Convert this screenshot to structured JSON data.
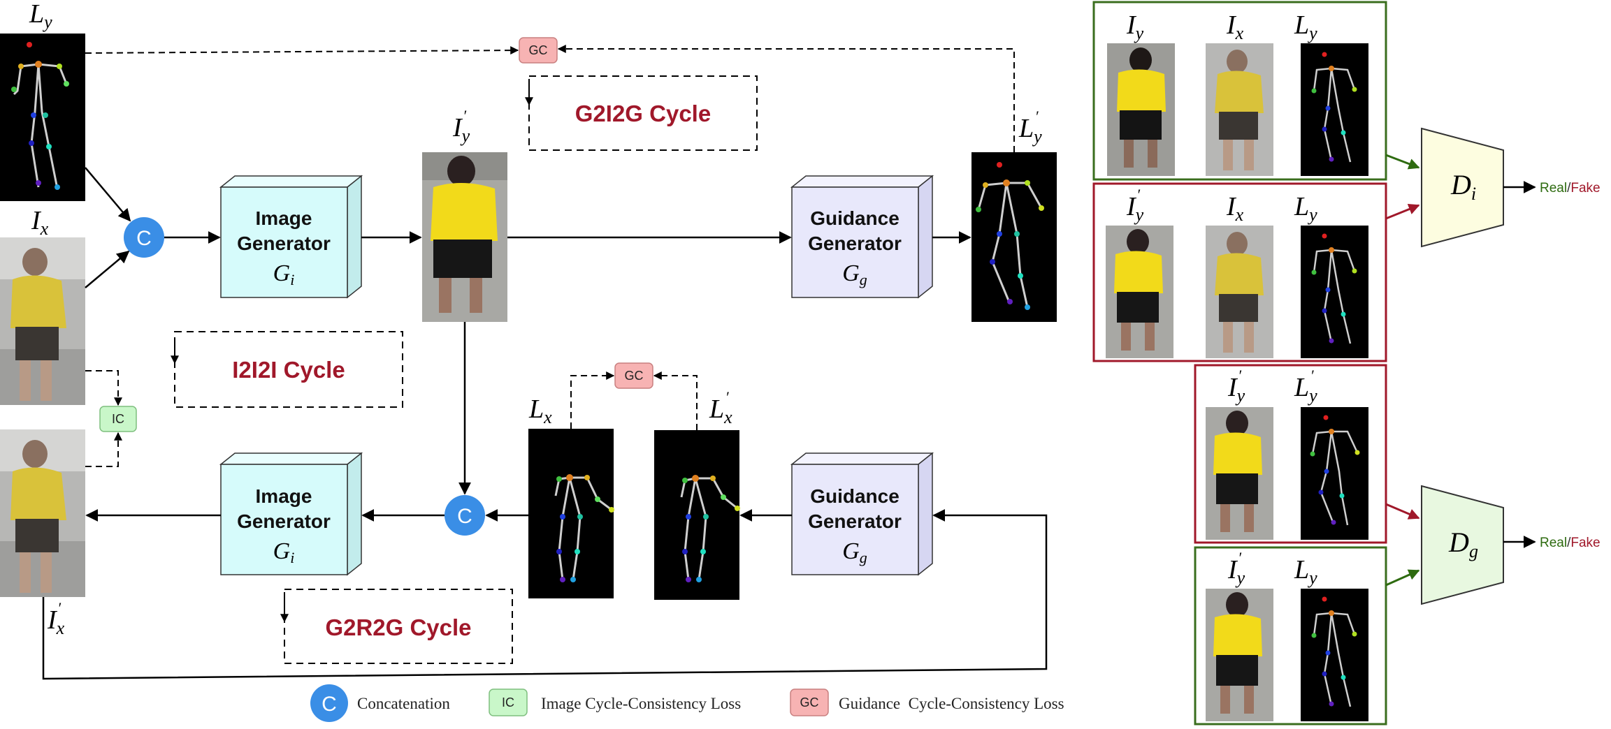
{
  "colors": {
    "cycle_text": "#a0182a",
    "generator_image_fill": "#d6fbfb",
    "generator_guidance_fill": "#e8e8fb",
    "concat_fill": "#3a8ee6",
    "ic_fill": "#c9f7c9",
    "gc_fill": "#f7b3b3",
    "real_green": "#2e6b10",
    "fake_red": "#a0182a",
    "panel_green": "#3a6e1e",
    "panel_red": "#a0182a"
  },
  "generators": {
    "img_top": {
      "line1": "Image",
      "line2": "Generator",
      "symbol": "Gi"
    },
    "guid_top": {
      "line1": "Guidance",
      "line2": "Generator",
      "symbol": "Gg"
    },
    "img_bot": {
      "line1": "Image",
      "line2": "Generator",
      "symbol": "Gi"
    },
    "guid_bot": {
      "line1": "Guidance",
      "line2": "Generator",
      "symbol": "Gg"
    }
  },
  "concat_symbol": "C",
  "loss_badges": {
    "ic": "IC",
    "gc": "GC"
  },
  "cycles": {
    "g2i2g": "G2I2G Cycle",
    "i2i2i": "I2I2I Cycle",
    "g2r2g": "G2R2G Cycle"
  },
  "legend": {
    "concat": "Concatenation",
    "ic": "Image Cycle-Consistency Loss",
    "gc": "Guidance  Cycle-Consistency Loss"
  },
  "discriminators": {
    "di": {
      "symbol": "Di"
    },
    "dg": {
      "symbol": "Dg"
    },
    "real_label": "Real",
    "slash": "/",
    "fake_label": "Fake"
  },
  "variables": {
    "L_y": "L_y",
    "I_x": "I_x",
    "I_y_prime": "I_y'",
    "L_y_prime": "L_y'",
    "L_x": "L_x",
    "L_x_prime": "L_x'",
    "I_x_prime": "I_x'"
  }
}
